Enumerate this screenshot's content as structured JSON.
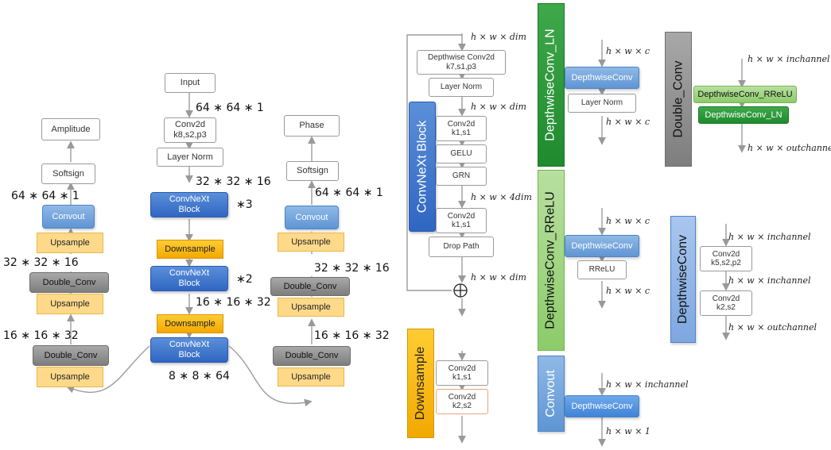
{
  "network": {
    "amplitude_branch": {
      "output": "Amplitude",
      "activation": "Softsign",
      "dim_top": "64 ∗ 64 ∗ 1",
      "convout": "Convout",
      "upsample": "Upsample",
      "dim_mid": "32 ∗ 32 ∗ 16",
      "double_conv": "Double_Conv",
      "dim_low": "16 ∗ 16 ∗ 32"
    },
    "encoder": {
      "input": "Input",
      "dim_input": "64 ∗ 64 ∗ 1",
      "conv2d": "Conv2d",
      "conv2d_params": "k8,s2,p3",
      "layer_norm": "Layer Norm",
      "dim_after_norm": "32 ∗ 32 ∗ 16",
      "convnext_block": "ConvNeXt",
      "convnext_block_2": "Block",
      "repeat_1": "∗3",
      "downsample": "Downsample",
      "repeat_2": "∗2",
      "dim_mid": "16 ∗ 16 ∗ 32",
      "dim_bottom": "8 ∗ 8 ∗ 64"
    },
    "phase_branch": {
      "output": "Phase",
      "activation": "Softsign",
      "dim_top": "64 ∗ 64 ∗ 1",
      "convout": "Convout",
      "upsample": "Upsample",
      "dim_mid": "32 ∗ 32 ∗ 16",
      "double_conv": "Double_Conv",
      "dim_low": "16 ∗ 16 ∗ 32"
    }
  },
  "convnext_detail": {
    "title": "ConvNeXt Block",
    "dim_in": "h × w × dim",
    "dwconv": "Depthwise Conv2d",
    "dwconv_params": "k7,s1,p3",
    "layer_norm": "Layer Norm",
    "dim_after_norm": "h × w × dim",
    "conv2d_a": "Conv2d",
    "conv2d_a_params": "k1,s1",
    "gelu": "GELU",
    "grn": "GRN",
    "dim_4dim": "h × w × 4dim",
    "conv2d_b": "Conv2d",
    "conv2d_b_params": "k1,s1",
    "drop_path": "Drop Path",
    "dim_out": "h × w × dim",
    "add_symbol": "⊕"
  },
  "downsample_detail": {
    "title": "Downsample",
    "conv2d_a": "Conv2d",
    "conv2d_a_params": "k1,s1",
    "conv2d_b": "Conv2d",
    "conv2d_b_params": "k2,s2"
  },
  "dwconv_ln_detail": {
    "title": "DepthwiseConv_LN",
    "dim_in": "h × w × c",
    "dwconv": "DepthwiseConv",
    "layer_norm": "Layer Norm",
    "dim_out": "h × w × c"
  },
  "dwconv_rrelu_detail": {
    "title": "DepthwiseConv_RReLU",
    "dim_in": "h × w × c",
    "dwconv": "DepthwiseConv",
    "rrelu": "RReLU",
    "dim_out": "h × w × c"
  },
  "convout_detail": {
    "title": "Convout",
    "dim_in": "h × w × inchannel",
    "dwconv": "DepthwiseConv",
    "dim_out": "h × w × 1"
  },
  "double_conv_detail": {
    "title": "Double_Conv",
    "dim_in": "h × w × inchannel",
    "block_a": "DepthwiseConv_RReLU",
    "block_b": "DepthwiseConv_LN",
    "dim_out": "h × w × outchannel"
  },
  "depthwiseconv_detail": {
    "title": "DepthwiseConv",
    "dim_in": "h × w × inchannel",
    "conv2d_a": "Conv2d",
    "conv2d_a_params": "k5,s2,p2",
    "dim_mid": "h × w × inchannel",
    "conv2d_b": "Conv2d",
    "conv2d_b_params": "k2,s2",
    "dim_out": "h × w × outchannel"
  },
  "colors": {
    "convnext_blue": "#2f66c2",
    "convout_blue": "#5f95d4",
    "upsample_yellow": "#ffd98a",
    "downsample_orange": "#f2a900",
    "double_conv_gray": "#7e7e7e",
    "ln_green": "#1f8a2e",
    "rrelu_green": "#8ccb6a"
  }
}
